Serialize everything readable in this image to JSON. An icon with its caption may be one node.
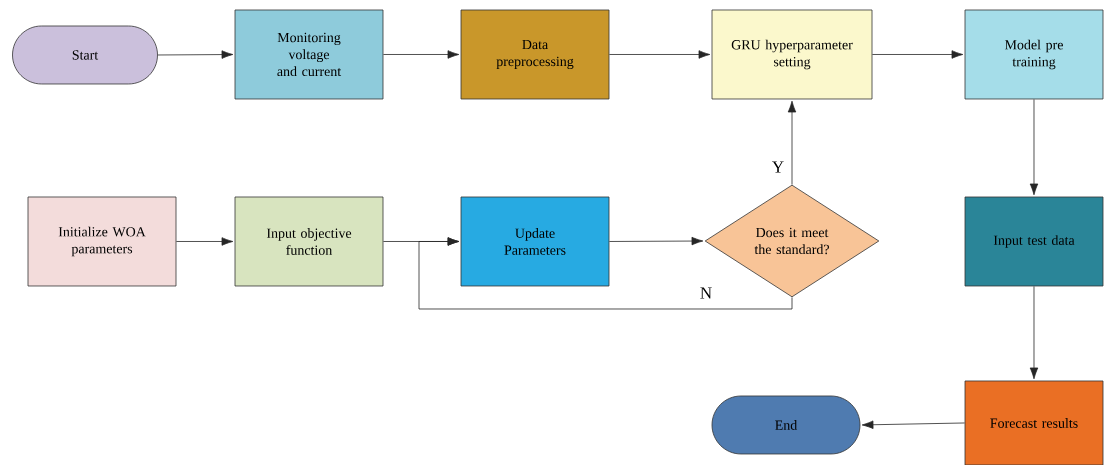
{
  "diagram": {
    "nodes": [
      {
        "text": [
          "Start"
        ]
      },
      {
        "text": [
          "Monitoring voltage and current"
        ]
      },
      {
        "text": [
          "Data preprocessing"
        ]
      },
      {
        "text": [
          "GRU hyperparameter setting"
        ]
      },
      {
        "text": [
          "Model pre training"
        ]
      },
      {
        "text": [
          "Initialize WOA parameters"
        ]
      },
      {
        "text": [
          "Input objective function"
        ]
      },
      {
        "text": [
          "Update Parameters"
        ]
      },
      {
        "text": [
          "Does it meet the standard?"
        ]
      },
      {
        "text": [
          "Input test data"
        ]
      },
      {
        "text": [
          "End"
        ]
      },
      {
        "text": [
          "Forecast results"
        ]
      }
    ],
    "edges": [
      {
        "from": 0,
        "to": 1,
        "arrow": "to"
      },
      {
        "from": 1,
        "to": 2,
        "arrow": "to"
      },
      {
        "from": 2,
        "to": 3,
        "arrow": "to"
      },
      {
        "from": 3,
        "to": 4,
        "arrow": "to"
      },
      {
        "from": 5,
        "to": 6,
        "arrow": "to"
      },
      {
        "from": 6,
        "to": 7,
        "arrow": "to"
      },
      {
        "from": 7,
        "to": 8,
        "arrow": "to"
      },
      {
        "from": 8,
        "to": 3,
        "arrow": "to",
        "label": "Y"
      },
      {
        "from": 8,
        "to": 7,
        "arrow": "to",
        "label": "N"
      },
      {
        "from": 4,
        "to": 9,
        "arrow": "to"
      },
      {
        "from": 9,
        "to": 11,
        "arrow": "to"
      },
      {
        "from": 11,
        "to": 10,
        "arrow": "to"
      }
    ]
  }
}
